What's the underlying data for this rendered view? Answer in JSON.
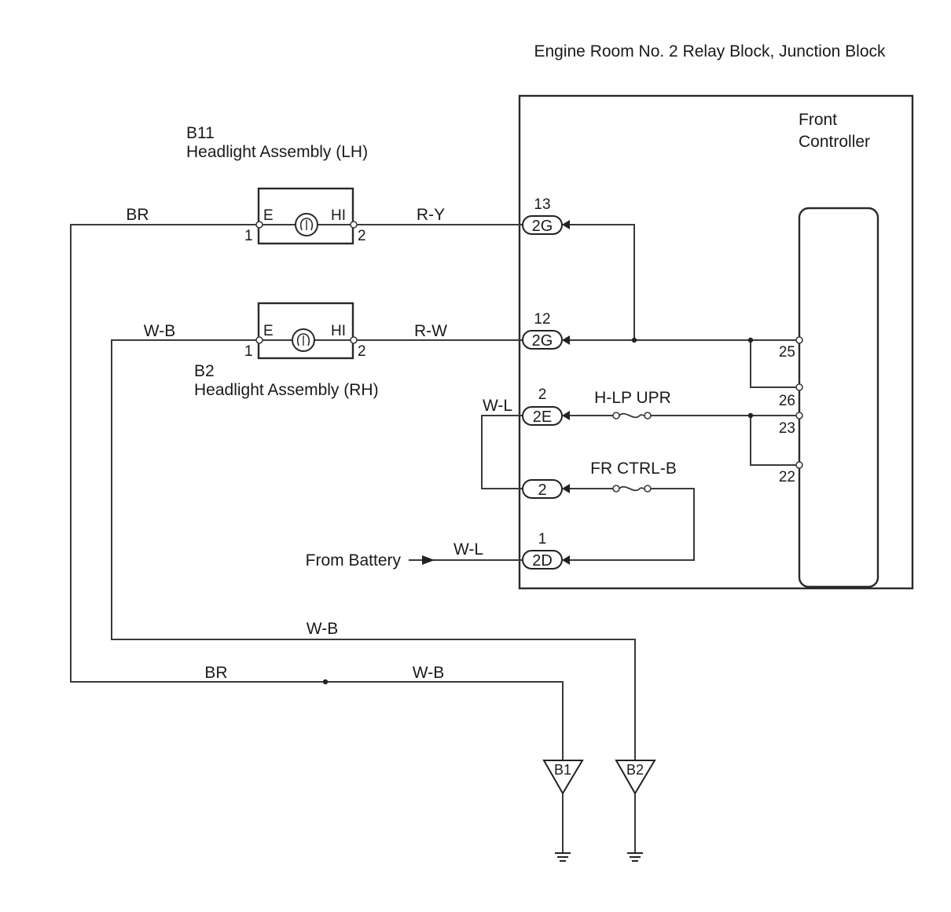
{
  "relay_block_title": "Engine Room No. 2 Relay Block, Junction Block",
  "front_controller": {
    "line1": "Front",
    "line2": "Controller"
  },
  "headlight_lh": {
    "code": "B11",
    "name": "Headlight Assembly (LH)",
    "pin_e": "E",
    "pin_hi": "HI",
    "pin_1": "1",
    "pin_2": "2"
  },
  "headlight_rh": {
    "code": "B2",
    "name": "Headlight Assembly (RH)",
    "pin_e": "E",
    "pin_hi": "HI",
    "pin_1": "1",
    "pin_2": "2"
  },
  "wire_colors": {
    "br_lh": "BR",
    "ry": "R-Y",
    "wb_rh": "W-B",
    "rw": "R-W",
    "wl_loop": "W-L",
    "wl_battery": "W-L",
    "wb_bottom_rh": "W-B",
    "br_bottom": "BR",
    "wb_bottom_lh": "W-B"
  },
  "connectors": [
    {
      "pin": "13",
      "code": "2G"
    },
    {
      "pin": "12",
      "code": "2G"
    },
    {
      "pin": "2",
      "code": "2E"
    },
    {
      "pin": "",
      "code": "2"
    },
    {
      "pin": "1",
      "code": "2D"
    }
  ],
  "fuses": {
    "h_lp_upr": "H-LP UPR",
    "fr_ctrl_b": "FR CTRL-B"
  },
  "controller_pins": {
    "p25": "25",
    "p26": "26",
    "p23": "23",
    "p22": "22"
  },
  "battery_label": "From Battery",
  "grounds": {
    "g1": "B1",
    "g2": "B2"
  }
}
